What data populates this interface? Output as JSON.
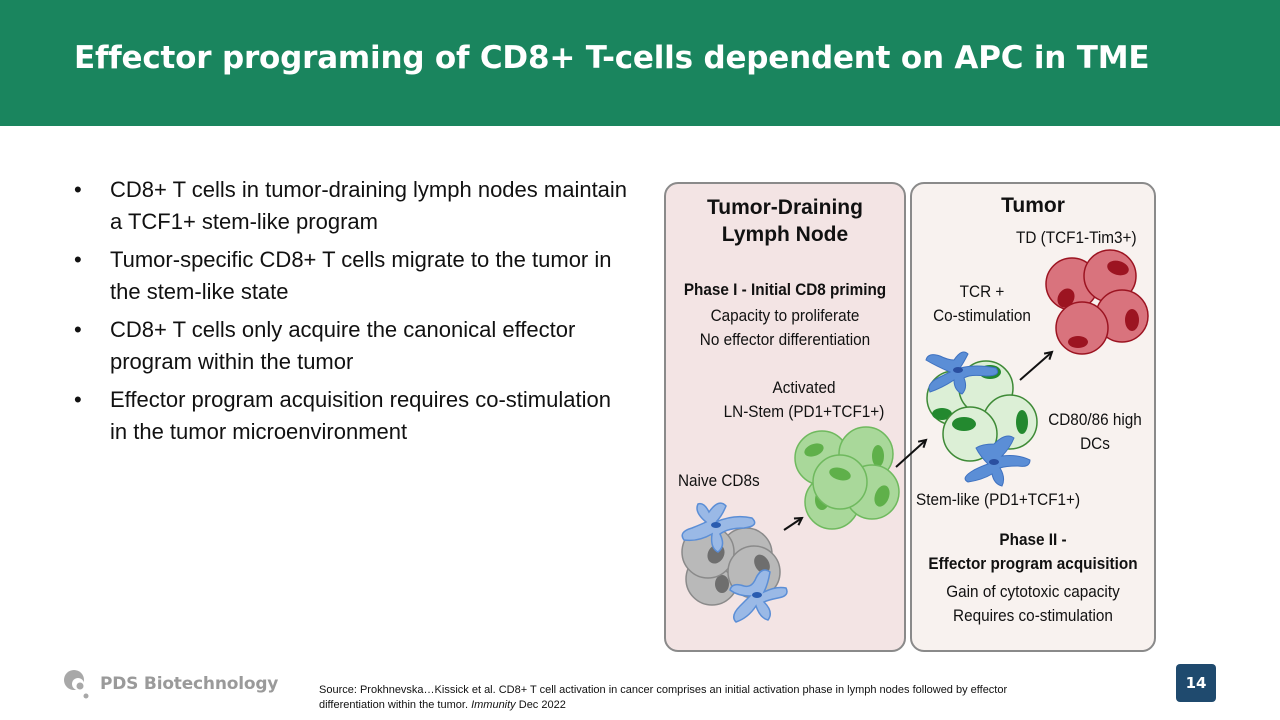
{
  "slide": {
    "title": "Effector programing of CD8+ T-cells dependent on APC in TME",
    "page_number": "14",
    "header_color": "#1a855e",
    "page_badge_color": "#1f4a6e"
  },
  "bullets": [
    {
      "marker": "•",
      "text": "CD8+ T cells in tumor-draining lymph nodes maintain a TCF1+ stem-like program"
    },
    {
      "marker": "•",
      "text": "Tumor-specific CD8+ T cells migrate to the tumor in the stem-like state"
    },
    {
      "marker": "•",
      "text": "CD8+ T cells only acquire the canonical effector program within the tumor"
    },
    {
      "marker": "•",
      "text": "Effector program acquisition requires co-stimulation in the tumor microenvironment"
    }
  ],
  "figure": {
    "left_panel": {
      "title_line1": "Tumor-Draining",
      "title_line2": "Lymph Node",
      "phase_title": "Phase I - Initial CD8 priming",
      "phase_line1": "Capacity to proliferate",
      "phase_line2": "No effector differentiation",
      "activated_line1": "Activated",
      "activated_line2": "LN-Stem (PD1+TCF1+)",
      "naive_label": "Naive CD8s"
    },
    "right_panel": {
      "title": "Tumor",
      "td_label": "TD (TCF1-Tim3+)",
      "tcr_line1": "TCR +",
      "tcr_line2": "Co-stimulation",
      "dc_line1": "CD80/86 high",
      "dc_line2": "DCs",
      "stem_label": "Stem-like (PD1+TCF1+)",
      "phase_title_line1": "Phase II -",
      "phase_title_line2": "Effector program acquisition",
      "phase_line1": "Gain of cytotoxic capacity",
      "phase_line2": "Requires co-stimulation"
    },
    "colors": {
      "naive_cell": "#b9b9b9",
      "naive_nucleus": "#6e6e6e",
      "ln_stem_cell": "#a9d89a",
      "ln_stem_nucleus": "#5fb04a",
      "stem_like_cell": "#dcefd6",
      "stem_like_nucleus": "#23892f",
      "td_cell": "#d9737d",
      "td_nucleus": "#9c1421",
      "dendritic_cell": "#5b8ed6",
      "dendritic_light": "#9ab9e6"
    }
  },
  "footer": {
    "logo_text": "PDS Biotechnology",
    "source_prefix": "Source: Prokhnevska…Kissick et al. CD8+ T cell activation in cancer comprises an initial activation phase in lymph nodes followed by effector differentiation within the tumor. ",
    "source_journal": "Immunity",
    "source_suffix": " Dec 2022"
  }
}
